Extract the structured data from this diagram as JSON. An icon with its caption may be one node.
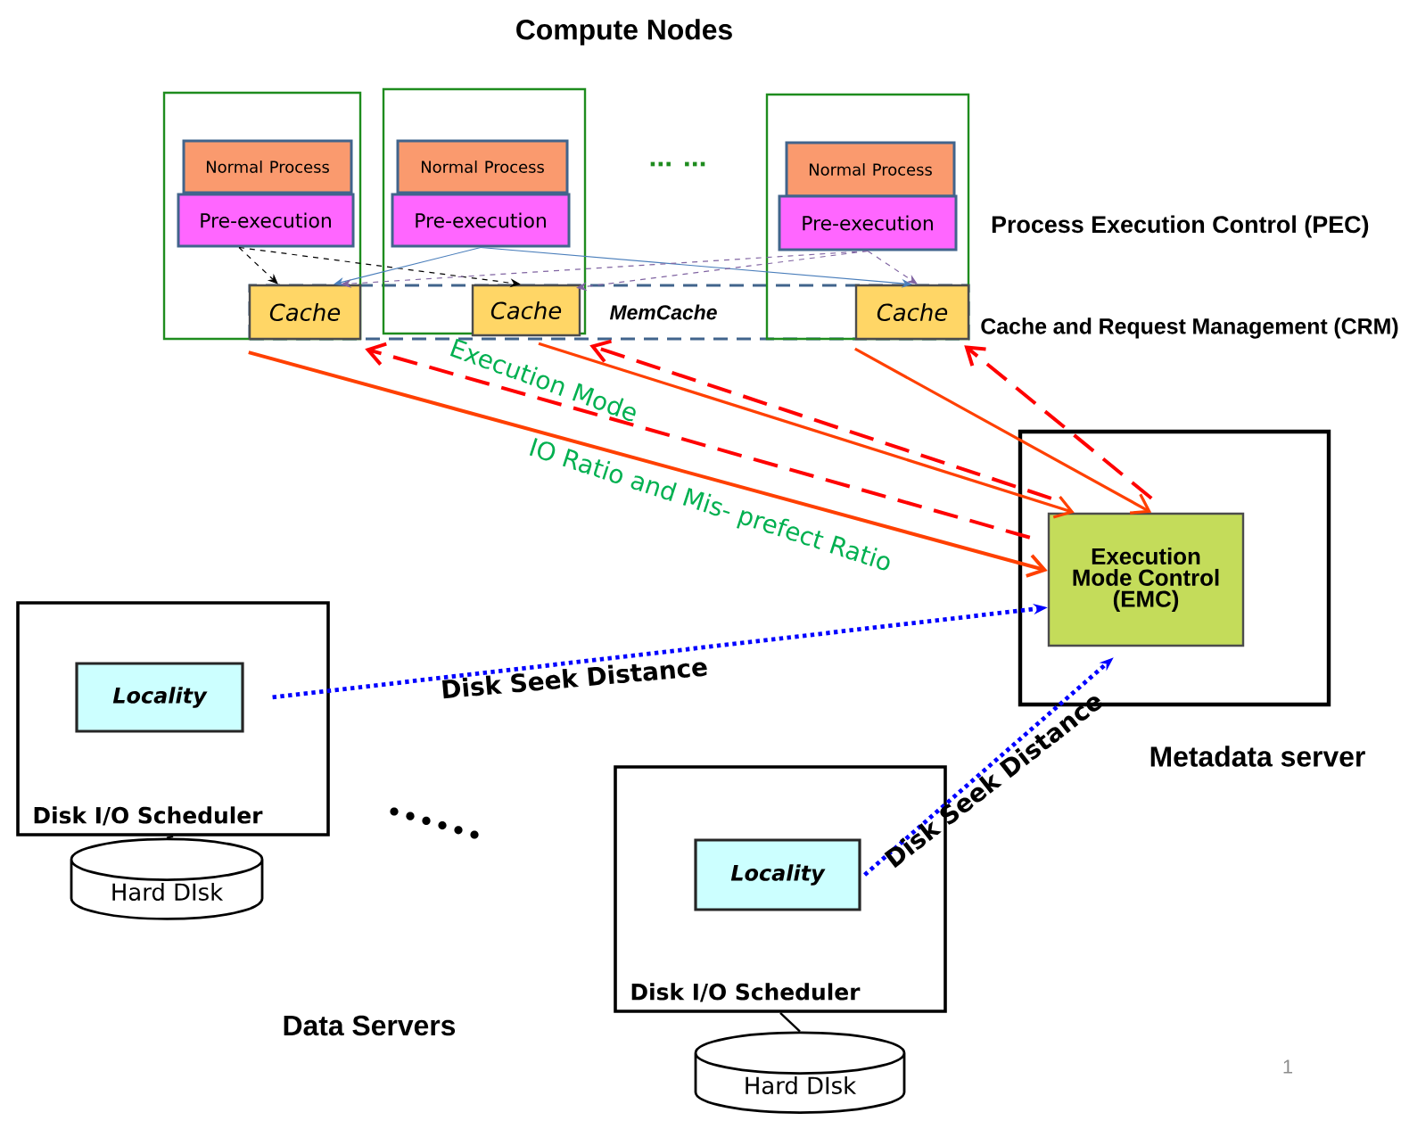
{
  "diagram": {
    "nodes": [
      {
        "text": [],
        "shape": "box"
      },
      {
        "text": [
          "Normal Process"
        ],
        "in": 0
      },
      {
        "text": [
          "Pre-execution"
        ],
        "in": 0
      },
      {
        "text": [
          "Cache"
        ]
      },
      {
        "text": [],
        "shape": "box"
      },
      {
        "text": [
          "Normal Process"
        ],
        "in": 4
      },
      {
        "text": [
          "Pre-execution"
        ],
        "in": 4
      },
      {
        "text": [
          "Cache"
        ]
      },
      {
        "text": [],
        "shape": "box"
      },
      {
        "text": [
          "Normal Process"
        ],
        "in": 8
      },
      {
        "text": [
          "Pre-execution"
        ],
        "in": 8
      },
      {
        "text": [
          "Cache"
        ]
      },
      {
        "text": [
          "MemCache"
        ]
      },
      {
        "text": [
          "Metadata server"
        ]
      },
      {
        "text": [
          "Execution Mode Control (EMC)"
        ],
        "in": 13
      },
      {
        "text": [
          "Disk I/O Scheduler"
        ]
      },
      {
        "text": [
          "Locality"
        ],
        "in": 15
      },
      {
        "text": [
          "Hard DIsk"
        ]
      },
      {
        "text": [
          "Disk I/O Scheduler"
        ]
      },
      {
        "text": [
          "Locality"
        ],
        "in": 18
      },
      {
        "text": [
          "Hard DIsk"
        ]
      }
    ],
    "edges": [
      {
        "from": 2,
        "to": 3,
        "arrow": "to",
        "style": "dashed"
      },
      {
        "from": 2,
        "to": 7,
        "arrow": "to",
        "style": "dashed"
      },
      {
        "from": 6,
        "to": 3,
        "arrow": "to",
        "color": "#4a7ebb"
      },
      {
        "from": 6,
        "to": 11,
        "arrow": "to",
        "color": "#4a7ebb"
      },
      {
        "from": 10,
        "to": 3,
        "arrow": "to",
        "style": "dashed",
        "color": "#8064a2"
      },
      {
        "from": 10,
        "to": 7,
        "arrow": "to",
        "style": "dashed",
        "color": "#8064a2"
      },
      {
        "from": 10,
        "to": 11,
        "arrow": "to",
        "style": "dashed",
        "color": "#8064a2"
      },
      {
        "from": 3,
        "to": 14,
        "arrow": "to",
        "label": "IO Ratio and Mis- prefect Ratio",
        "color": "#ff4000"
      },
      {
        "from": 14,
        "to": 3,
        "arrow": "to",
        "label": "Execution Mode",
        "style": "dashed",
        "color": "#ff0000"
      },
      {
        "from": 7,
        "to": 14,
        "arrow": "to",
        "color": "#ff4000"
      },
      {
        "from": 14,
        "to": 7,
        "arrow": "to",
        "style": "dashed",
        "color": "#ff0000"
      },
      {
        "from": 11,
        "to": 14,
        "arrow": "to",
        "color": "#ff4000"
      },
      {
        "from": 14,
        "to": 11,
        "arrow": "to",
        "style": "dashed",
        "color": "#ff0000"
      },
      {
        "from": 16,
        "to": 14,
        "arrow": "to",
        "label": "Disk Seek Distance",
        "style": "dashed",
        "color": "#0000ff"
      },
      {
        "from": 19,
        "to": 14,
        "arrow": "to",
        "label": "Disk Seek Distance",
        "style": "dashed",
        "color": "#0000ff"
      },
      {
        "from": 15,
        "to": 17,
        "arrow": "none"
      },
      {
        "from": 18,
        "to": 20,
        "arrow": "none"
      }
    ],
    "labels": [
      "Compute Nodes",
      "... ...",
      "Process Execution Control (PEC)",
      "Cache and Request Management (CRM)",
      "Data Servers",
      "1"
    ]
  }
}
